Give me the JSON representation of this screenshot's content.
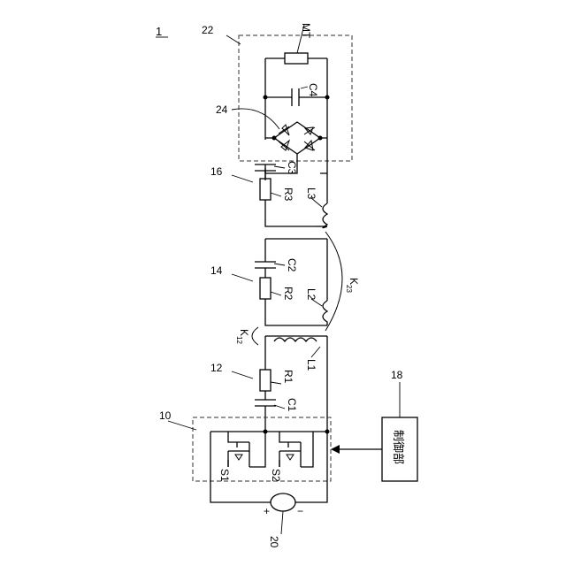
{
  "figure": {
    "ref": "1",
    "labels": {
      "n10": "10",
      "n12": "12",
      "n14": "14",
      "n16": "16",
      "n18": "18",
      "n20": "20",
      "n22": "22",
      "n24": "24",
      "mt": "MT",
      "c1": "C1",
      "c2": "C2",
      "c3": "C3",
      "c4": "C4",
      "r1": "R1",
      "r2": "R2",
      "r3": "R3",
      "l1": "L1",
      "l2": "L2",
      "l3": "L3",
      "s1": "S1",
      "s2": "S2",
      "k": "K",
      "k12_sub": "12",
      "k23_sub": "23",
      "plus": "+",
      "minus": "−",
      "controller": "制御部"
    }
  }
}
